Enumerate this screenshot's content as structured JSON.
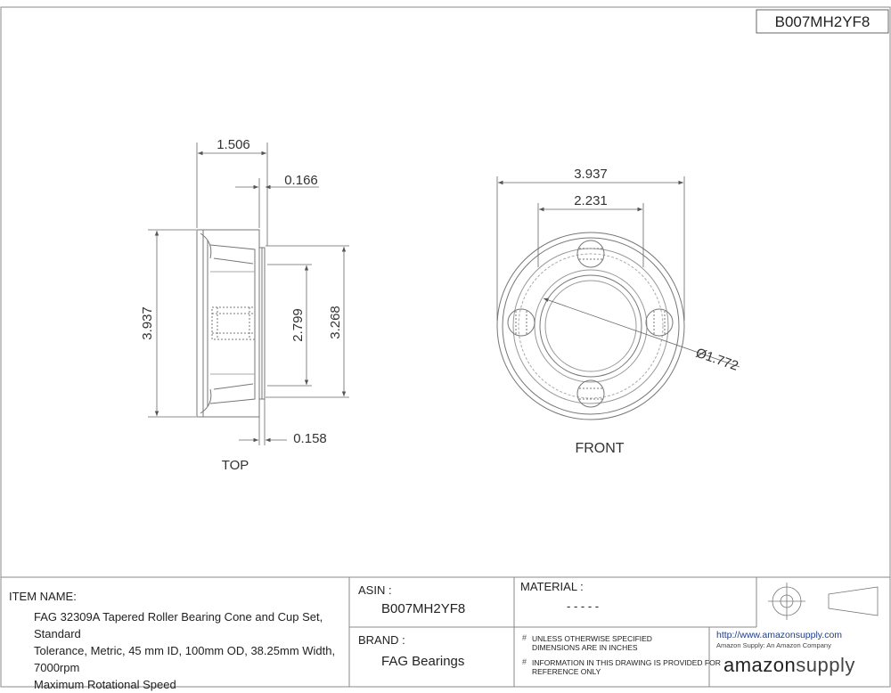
{
  "asin_box": "B007MH2YF8",
  "views": {
    "top": {
      "label": "TOP",
      "dimensions": [
        "1.506",
        "0.166",
        "3.937",
        "2.799",
        "3.268",
        "0.158"
      ]
    },
    "front": {
      "label": "FRONT",
      "dimensions": [
        "3.937",
        "2.231",
        "Ø1.772"
      ]
    }
  },
  "title_block": {
    "item_name_label": "ITEM NAME:",
    "item_name_lines": [
      "FAG 32309A Tapered Roller Bearing Cone and Cup Set, Standard",
      "Tolerance, Metric, 45 mm ID, 100mm OD, 38.25mm Width, 7000rpm",
      "Maximum Rotational Speed"
    ],
    "asin_label": "ASIN :",
    "asin_value": "B007MH2YF8",
    "brand_label": "BRAND :",
    "brand_value": "FAG Bearings",
    "material_label": "MATERIAL :",
    "material_value": "- - - - -",
    "note_1_lines": [
      "UNLESS OTHERWISE SPECIFIED",
      "DIMENSIONS ARE IN INCHES"
    ],
    "note_2_lines": [
      "INFORMATION IN THIS DRAWING IS PROVIDED FOR",
      "REFERENCE ONLY"
    ],
    "url": "http://www.amazonsupply.com",
    "company_line": "Amazon Supply: An Amazon Company",
    "logo_text_a": "amazon",
    "logo_text_b": "supply"
  }
}
